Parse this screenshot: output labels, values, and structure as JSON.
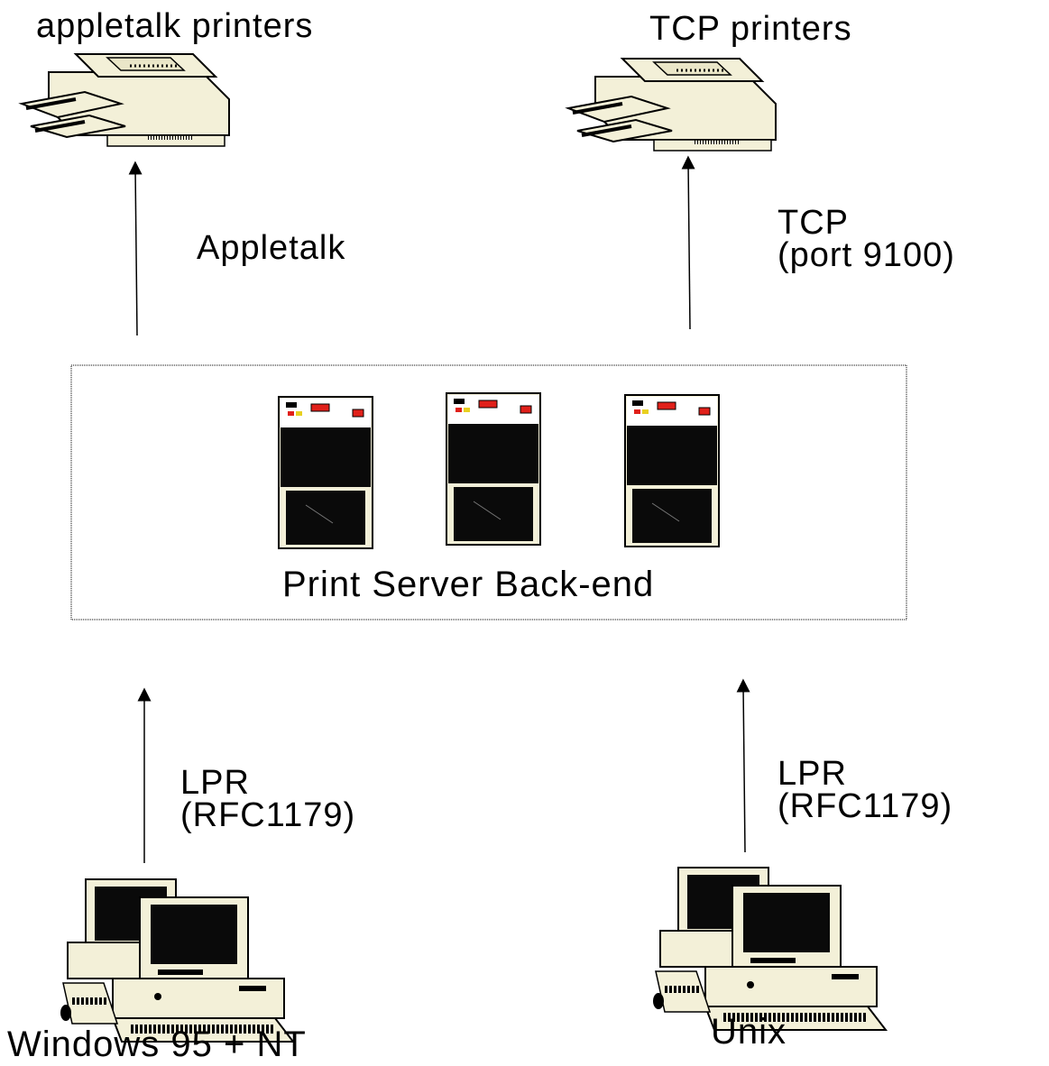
{
  "labels": {
    "appletalk_printers": "appletalk printers",
    "tcp_printers": "TCP printers",
    "appletalk": "Appletalk",
    "tcp_line1": "TCP",
    "tcp_line2": "(port 9100)",
    "print_server": "Print Server Back-end",
    "lpr_left_line1": "LPR",
    "lpr_left_line2": "(RFC1179)",
    "lpr_right_line1": "LPR",
    "lpr_right_line2": "(RFC1179)",
    "windows": "Windows 95 + NT",
    "unix": "Unix"
  },
  "colors": {
    "printer_body": "#f3f0d8",
    "server_black": "#0a0a0a",
    "server_red": "#e0201a",
    "server_yellow": "#e8d020",
    "outline": "#000000"
  }
}
